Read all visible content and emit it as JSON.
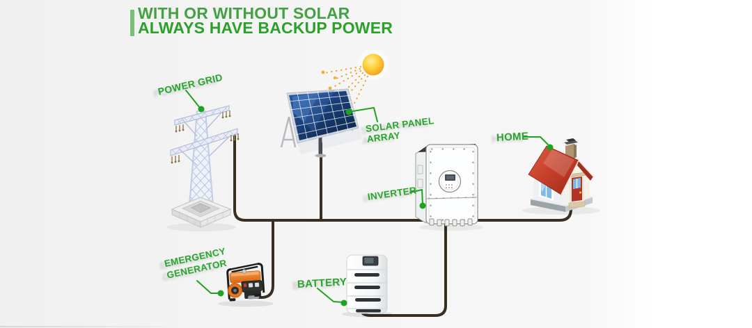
{
  "title": {
    "line1": "WITH OR WITHOUT SOLAR",
    "line2": "ALWAYS HAVE BACKUP POWER"
  },
  "labels": {
    "power_grid": "POWER GRID",
    "solar_line1": "SOLAR PANEL",
    "solar_line2": "ARRAY",
    "inverter": "INVERTER",
    "home": "HOME",
    "generator_line1": "EMERGENCY",
    "generator_line2": "GENERATOR",
    "battery": "BATTERY"
  },
  "diagram": {
    "nodes": [
      {
        "id": "power-grid",
        "label": "POWER GRID"
      },
      {
        "id": "solar-panel-array",
        "label": "SOLAR PANEL ARRAY"
      },
      {
        "id": "inverter",
        "label": "INVERTER"
      },
      {
        "id": "home",
        "label": "HOME"
      },
      {
        "id": "emergency-generator",
        "label": "EMERGENCY GENERATOR"
      },
      {
        "id": "battery",
        "label": "BATTERY"
      }
    ],
    "connections": [
      [
        "power-grid",
        "main-bus"
      ],
      [
        "solar-panel-array",
        "main-bus"
      ],
      [
        "emergency-generator",
        "main-bus"
      ],
      [
        "inverter",
        "main-bus"
      ],
      [
        "home",
        "main-bus"
      ],
      [
        "battery",
        "inverter"
      ]
    ]
  },
  "colors": {
    "title_green_1": "#43a043",
    "title_green_2": "#2ba02b",
    "accent_bar": "#74c276",
    "label_green": "#27a52c",
    "pointer_green": "#1ea321",
    "wire_brown": "#382e21",
    "roof_red": "#b73424",
    "panel_blue": "#1c3f70",
    "sun_yellow": "#ffc82e",
    "generator_orange": "#e8761f"
  }
}
